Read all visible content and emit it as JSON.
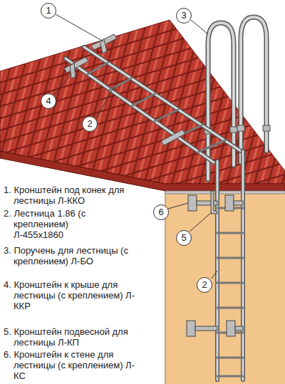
{
  "diagram": {
    "nodes": [
      {
        "text": [
          "1"
        ]
      },
      {
        "text": [
          "3"
        ]
      },
      {
        "text": [
          "4"
        ]
      },
      {
        "text": [
          "2"
        ]
      },
      {
        "text": [
          "6"
        ]
      },
      {
        "text": [
          "5"
        ]
      },
      {
        "text": [
          "2"
        ]
      }
    ],
    "labels": [
      "1. Кронштейн под конек для лестницы Л-ККО",
      "2. Лестница 1.86 (с креплением) Л-455x1860",
      "3. Поручень для лестницы (с креплением) Л-БО",
      "4. Кронштейн к крыше для лестницы (с креплением) Л-ККР",
      "5. Кронштейн подвесной для лестницы Л-КП",
      "6. Кронштейн к стене для лестницы (с креплением) Л-КС"
    ]
  }
}
